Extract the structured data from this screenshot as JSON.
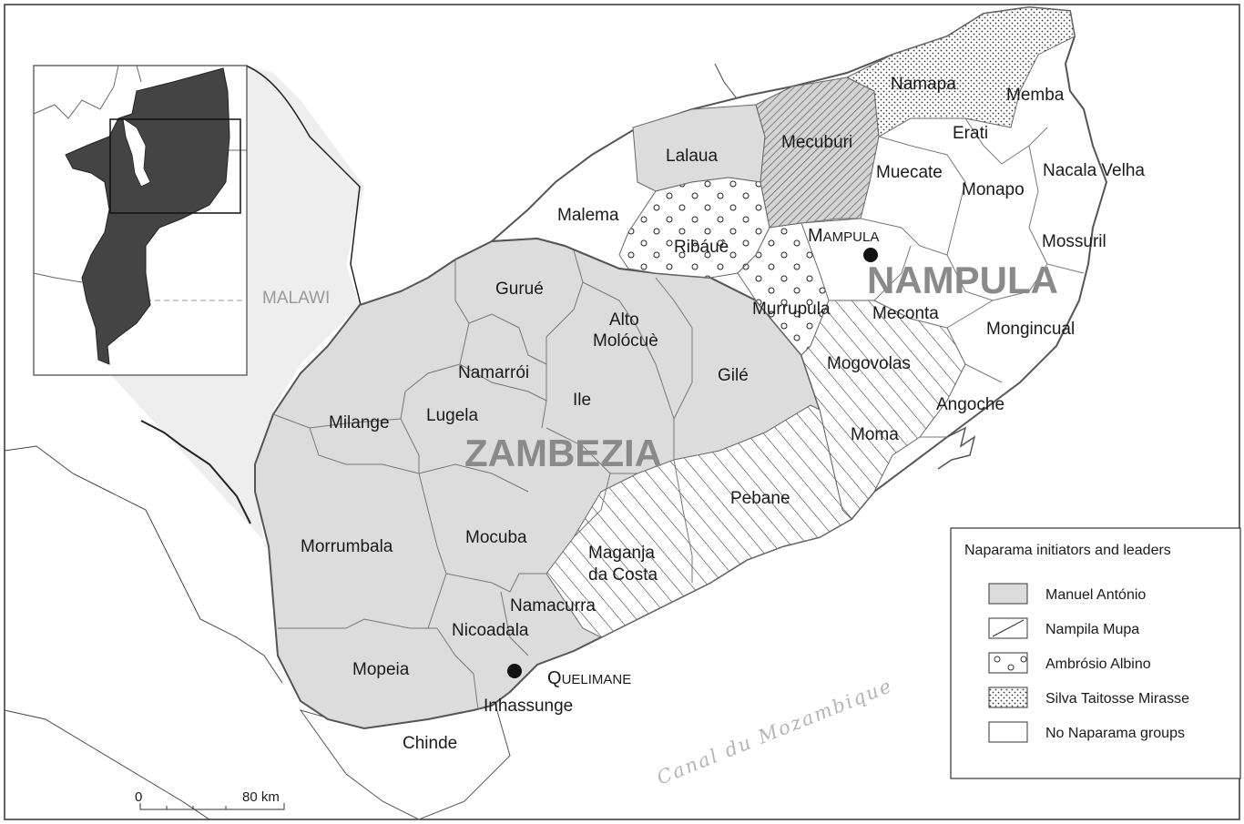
{
  "province_labels": {
    "zambezia": "ZAMBEZIA",
    "nampula": "NAMPULA"
  },
  "neighbour_label": "MALAWI",
  "sea_label": "Canal du Mozambique",
  "cities": {
    "mampula_initial": "M",
    "mampula_rest": "AMPULA",
    "quelimane_initial": "Q",
    "quelimane_rest": "UELIMANE"
  },
  "districts": {
    "namapa": "Namapa",
    "memba": "Memba",
    "lalaua": "Lalaua",
    "mecuburi": "Mecubúri",
    "erati": "Erati",
    "muecate": "Muecate",
    "nacala_velha": "Nacala Velha",
    "monapo": "Monapo",
    "malema": "Malema",
    "ribaue": "Ribáuè",
    "mossuril": "Mossuril",
    "gurue": "Gurué",
    "alto_molocue_1": "Alto",
    "alto_molocue_2": "Molócuè",
    "murrupula": "Murrupula",
    "meconta": "Meconta",
    "mongincual": "Mongincual",
    "mogovolas": "Mogovolas",
    "namarroi": "Namarrói",
    "gile": "Gilé",
    "ile": "Ile",
    "angoche": "Angoche",
    "lugela": "Lugela",
    "milange": "Milange",
    "moma": "Moma",
    "pebane": "Pebane",
    "morrumbala": "Morrumbala",
    "mocuba": "Mocuba",
    "maganja_1": "Maganja",
    "maganja_2": "da Costa",
    "namacurra": "Namacurra",
    "nicoadala": "Nicoadala",
    "mopeia": "Mopeia",
    "inhassunge": "Inhassunge",
    "chinde": "Chinde"
  },
  "legend": {
    "title": "Naparama initiators and leaders",
    "items": [
      {
        "label": "Manuel António",
        "pattern": "solid-gray"
      },
      {
        "label": "Nampila Mupa",
        "pattern": "diagonal-lines"
      },
      {
        "label": "Ambrósio Albino",
        "pattern": "circles"
      },
      {
        "label": "Silva Taitosse Mirasse",
        "pattern": "dots"
      },
      {
        "label": "No Naparama groups",
        "pattern": "white"
      }
    ]
  },
  "scale_bar": {
    "start_label": "0",
    "end_label": "80 km"
  },
  "colors": {
    "zambezia_fill": "#dcdcdc",
    "inset_mozambique": "#444444",
    "inset_zoom": "#efefef",
    "boundary": "#555555"
  }
}
